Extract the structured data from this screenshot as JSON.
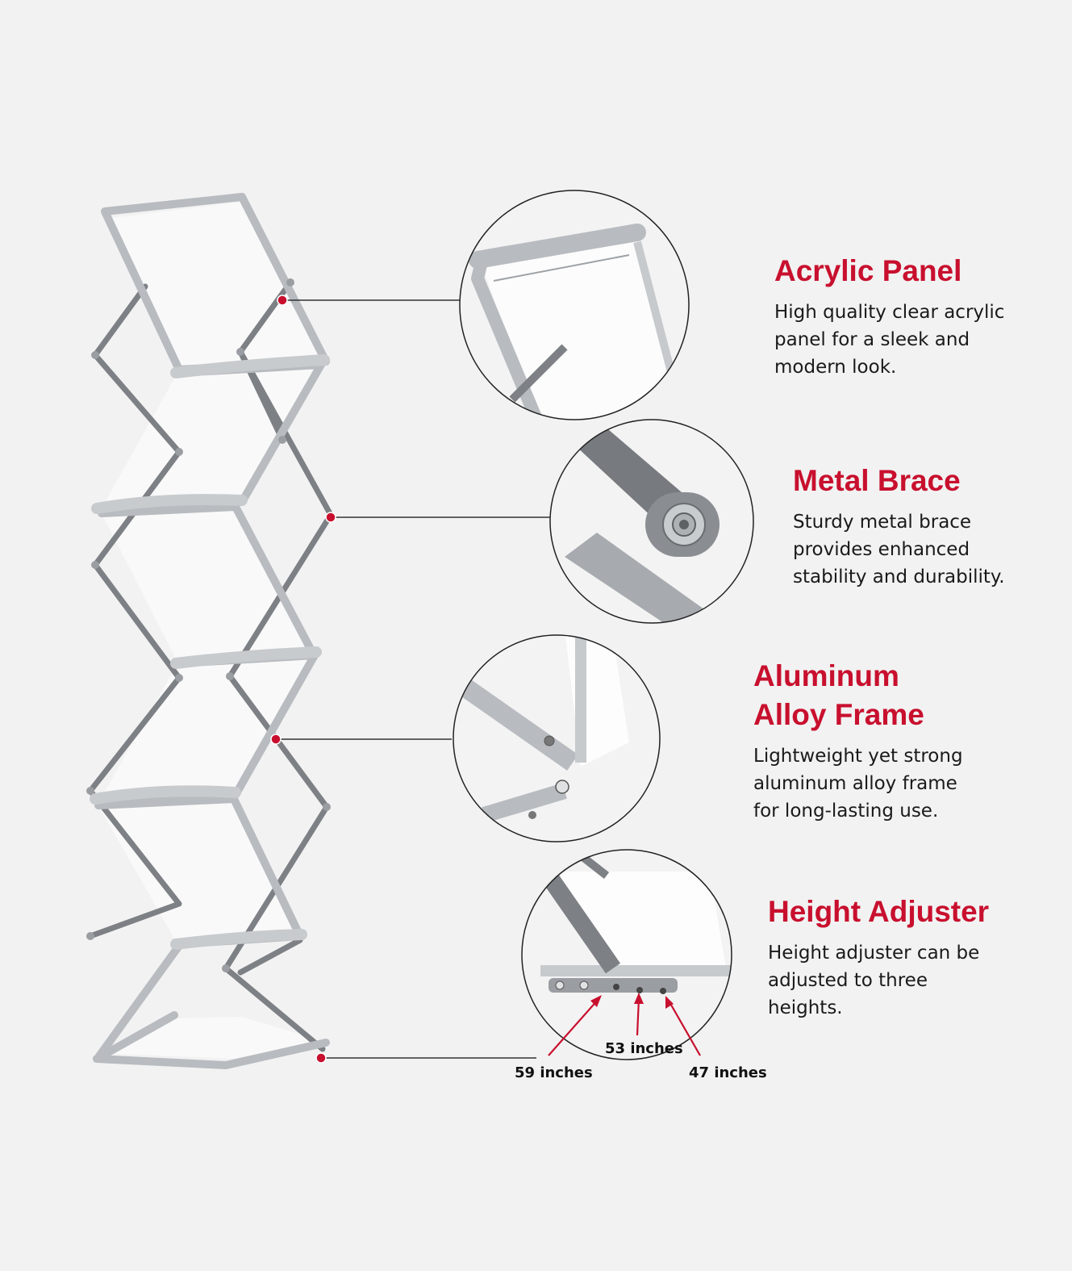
{
  "features": [
    {
      "title": "Acrylic Panel",
      "desc": "High quality clear acrylic\npanel for a sleek and\nmodern look."
    },
    {
      "title": "Metal Brace",
      "desc": "Sturdy metal brace\nprovides enhanced\nstability and durability."
    },
    {
      "title": "Aluminum\nAlloy Frame",
      "desc": "Lightweight yet strong\naluminum alloy frame\nfor long-lasting use."
    },
    {
      "title": "Height Adjuster",
      "desc": "Height adjuster can be\nadjusted to three\nheights."
    }
  ],
  "heights": {
    "h59": "59 inches",
    "h53": "53 inches",
    "h47": "47 inches"
  },
  "colors": {
    "accent": "#c8102e",
    "frame": "#b8bcc0",
    "brace": "#7d8084",
    "background": "#f2f2f2"
  }
}
